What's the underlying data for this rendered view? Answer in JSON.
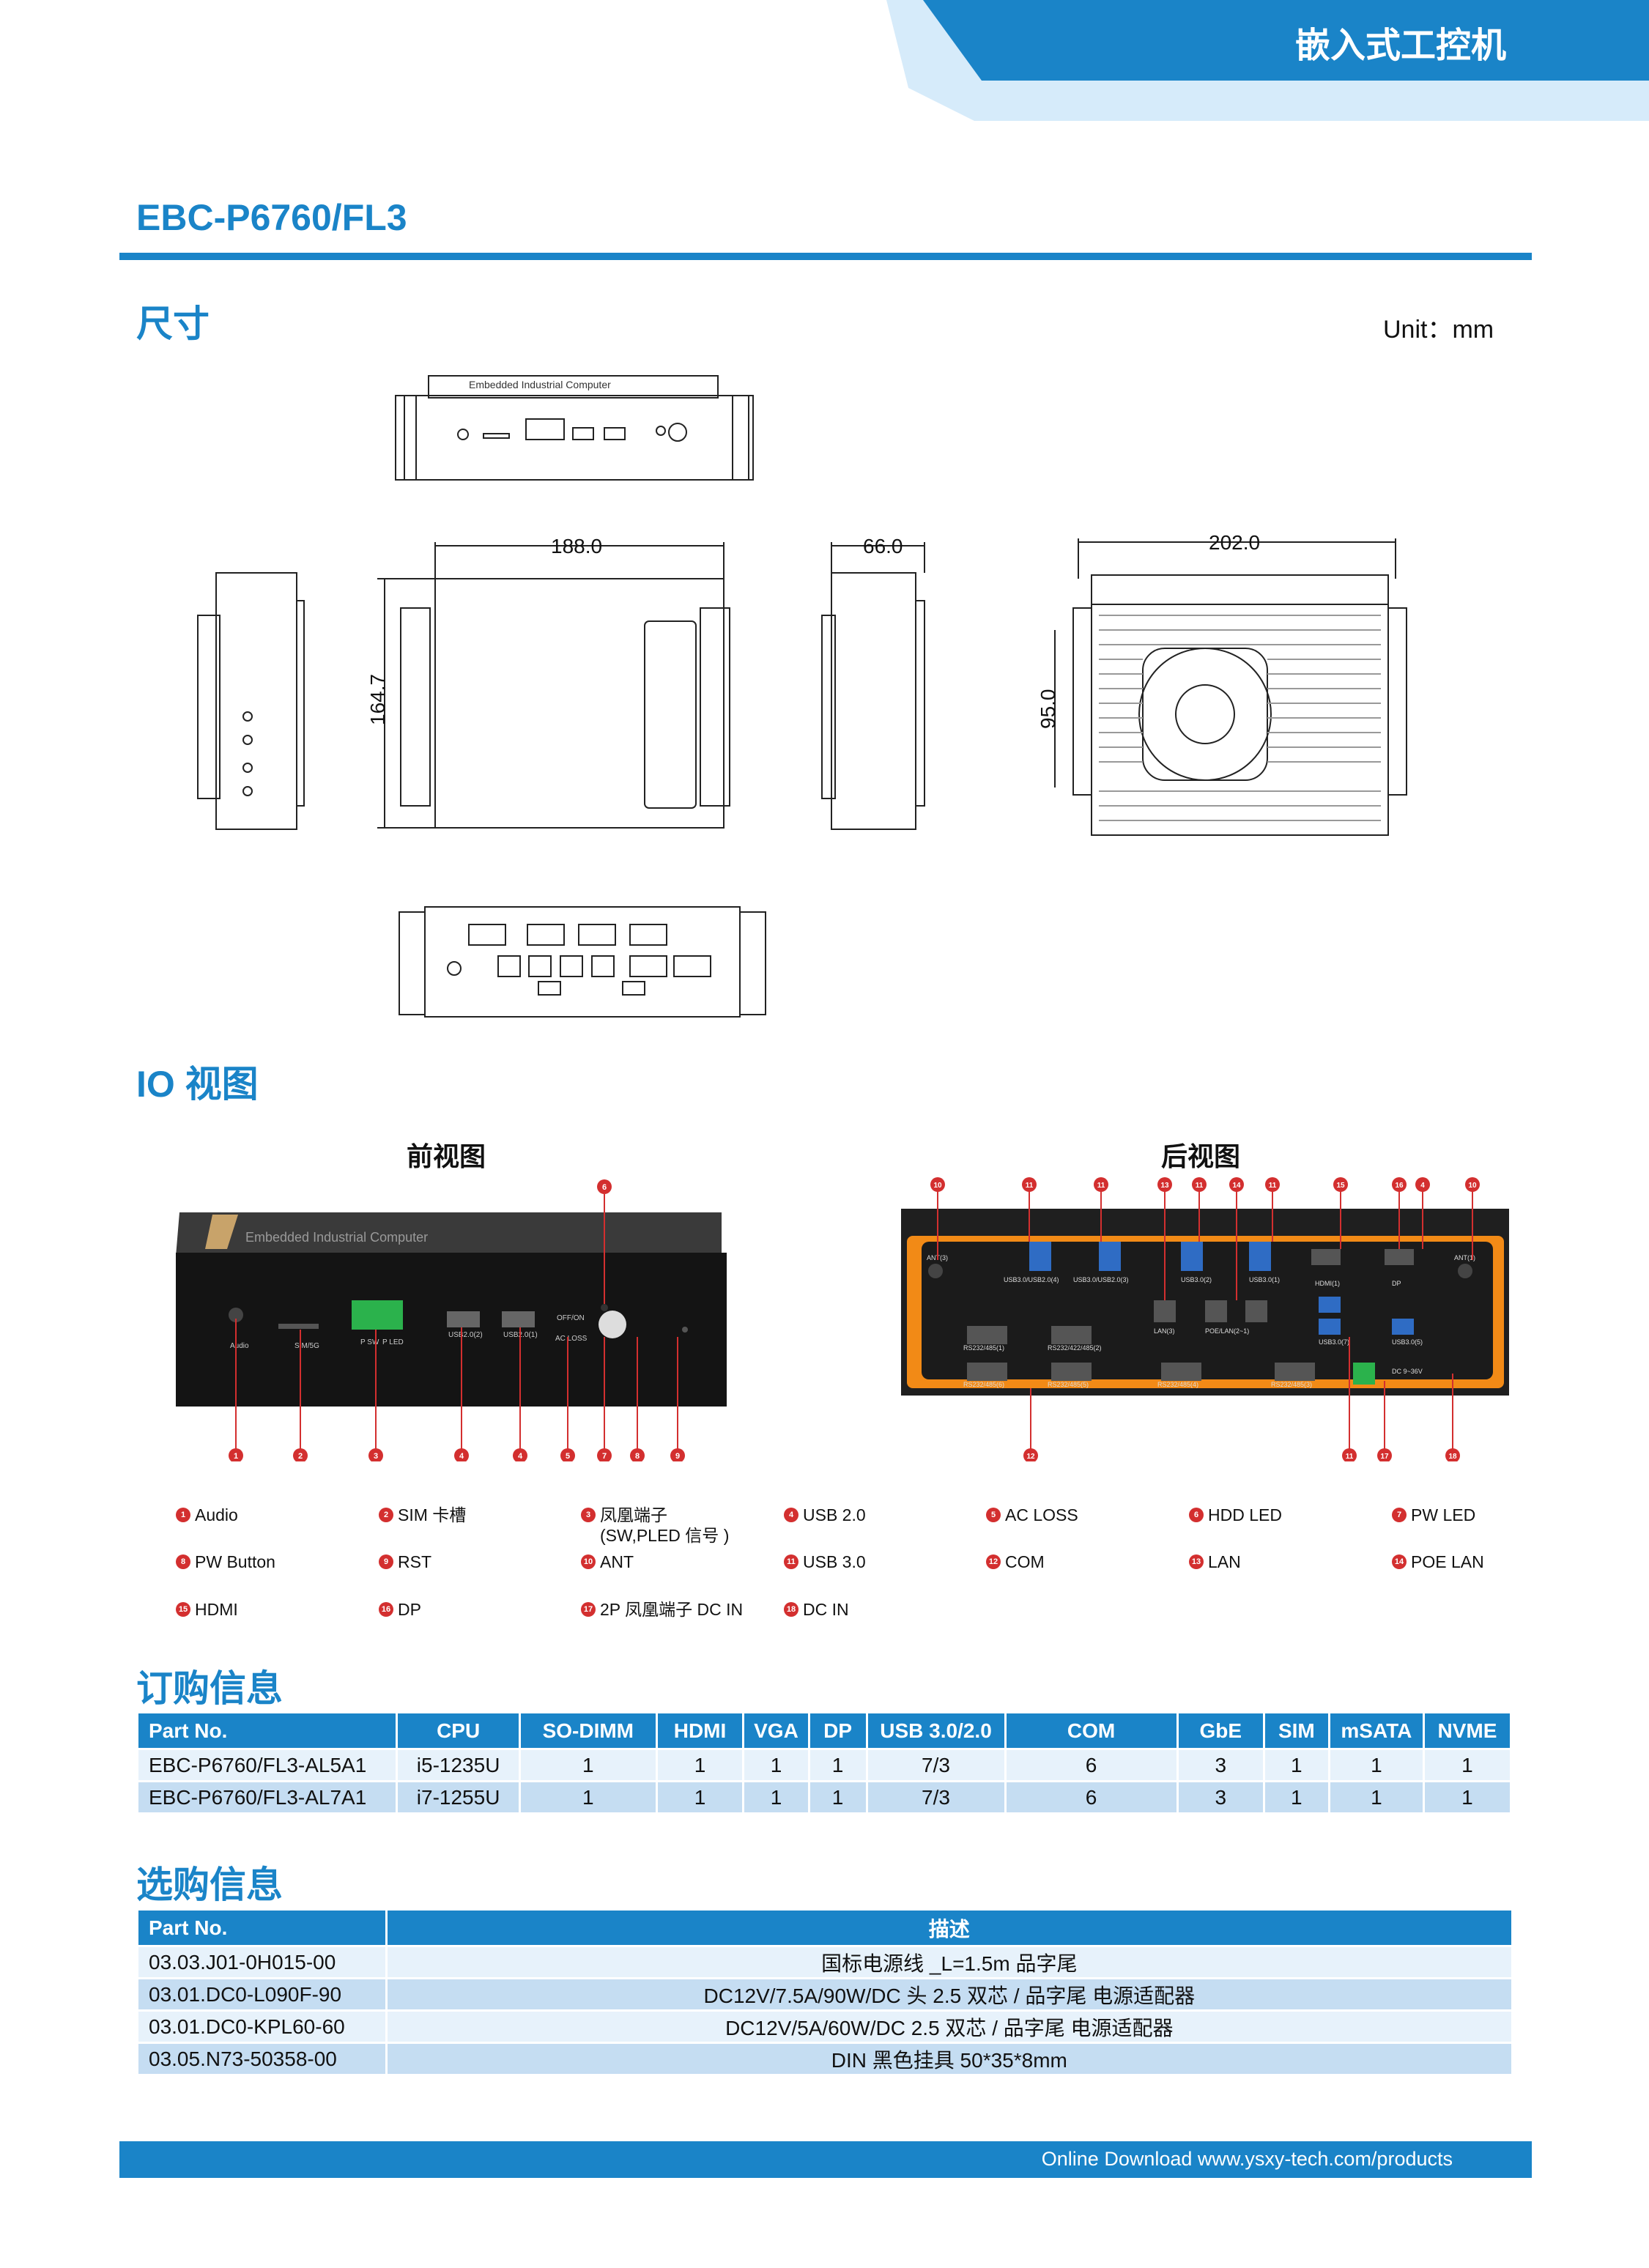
{
  "header": {
    "category": "嵌入式工控机"
  },
  "product": {
    "model": "EBC-P6760/FL3"
  },
  "dimensions": {
    "title": "尺寸",
    "unit": "Unit：mm",
    "width": "188.0",
    "depth": "164.7",
    "height": "66.0",
    "overall": "202.0",
    "fan_offset": "95.0",
    "case_label": "Embedded Industrial Computer"
  },
  "io_view": {
    "title": "IO 视图",
    "front_title": "前视图",
    "rear_title": "后视图",
    "front_labels": [
      "Audio",
      "SIM/5G",
      "USB2.0(2)",
      "USB2.0(1)",
      "OFF/ON",
      "AC LOSS",
      "P SW",
      "P LED"
    ],
    "rear_labels": [
      "ANT(3)",
      "USB3.0/USB2.0(4)",
      "USB3.0/USB2.0(3)",
      "USB3.0(2)",
      "USB3.0(1)",
      "HDMI(1)",
      "DP",
      "ANT(1)",
      "LAN(3)",
      "POE/LAN(2~1)",
      "USB3.0(7)",
      "USB3.0(5)",
      "DC 9~36V",
      "RS232/485(1)",
      "RS232/422/485(2)",
      "RS232/485(6)",
      "RS232/485(5)",
      "RS232/485(4)",
      "RS232/485(3)"
    ],
    "front_markers": [
      "1",
      "2",
      "3",
      "4",
      "4",
      "5",
      "6",
      "7",
      "8",
      "9"
    ],
    "rear_top_markers": [
      "10",
      "11",
      "11",
      "13",
      "11",
      "14",
      "11",
      "15",
      "16",
      "4",
      "10"
    ],
    "rear_bottom_markers": [
      "12",
      "11",
      "17",
      "18"
    ],
    "legend": [
      {
        "n": "1",
        "label": "Audio"
      },
      {
        "n": "2",
        "label": "SIM 卡槽"
      },
      {
        "n": "3",
        "label": "凤凰端子",
        "sub": "(SW,PLED 信号 )"
      },
      {
        "n": "4",
        "label": "USB 2.0"
      },
      {
        "n": "5",
        "label": "AC LOSS"
      },
      {
        "n": "6",
        "label": "HDD LED"
      },
      {
        "n": "7",
        "label": "PW LED"
      },
      {
        "n": "8",
        "label": "PW Button"
      },
      {
        "n": "9",
        "label": "RST"
      },
      {
        "n": "10",
        "label": "ANT"
      },
      {
        "n": "11",
        "label": "USB 3.0"
      },
      {
        "n": "12",
        "label": "COM"
      },
      {
        "n": "13",
        "label": "LAN"
      },
      {
        "n": "14",
        "label": "POE LAN"
      },
      {
        "n": "15",
        "label": "HDMI"
      },
      {
        "n": "16",
        "label": "DP"
      },
      {
        "n": "17",
        "label": "2P 凤凰端子 DC IN"
      },
      {
        "n": "18",
        "label": "DC IN"
      }
    ]
  },
  "ordering": {
    "title": "订购信息",
    "headers": [
      "Part No.",
      "CPU",
      "SO-DIMM",
      "HDMI",
      "VGA",
      "DP",
      "USB 3.0/2.0",
      "COM",
      "GbE",
      "SIM",
      "mSATA",
      "NVME"
    ],
    "rows": [
      [
        "EBC-P6760/FL3-AL5A1",
        "i5-1235U",
        "1",
        "1",
        "1",
        "1",
        "7/3",
        "6",
        "3",
        "1",
        "1",
        "1"
      ],
      [
        "EBC-P6760/FL3-AL7A1",
        "i7-1255U",
        "1",
        "1",
        "1",
        "1",
        "7/3",
        "6",
        "3",
        "1",
        "1",
        "1"
      ]
    ]
  },
  "options": {
    "title": "选购信息",
    "headers": [
      "Part No.",
      "描述"
    ],
    "rows": [
      [
        "03.03.J01-0H015-00",
        "国标电源线 _L=1.5m 品字尾"
      ],
      [
        "03.01.DC0-L090F-90",
        "DC12V/7.5A/90W/DC 头 2.5 双芯 / 品字尾 电源适配器"
      ],
      [
        "03.01.DC0-KPL60-60",
        "DC12V/5A/60W/DC 2.5 双芯 / 品字尾 电源适配器"
      ],
      [
        "03.05.N73-50358-00",
        "DIN 黑色挂具 50*35*8mm"
      ]
    ]
  },
  "footer": {
    "text": "Online Download www.ysxy-tech.com/products"
  },
  "colors": {
    "brand_blue": "#1a84c8",
    "light_blue": "#c5ddf2",
    "marker_red": "#d32f2f",
    "orange": "#f28a16"
  }
}
